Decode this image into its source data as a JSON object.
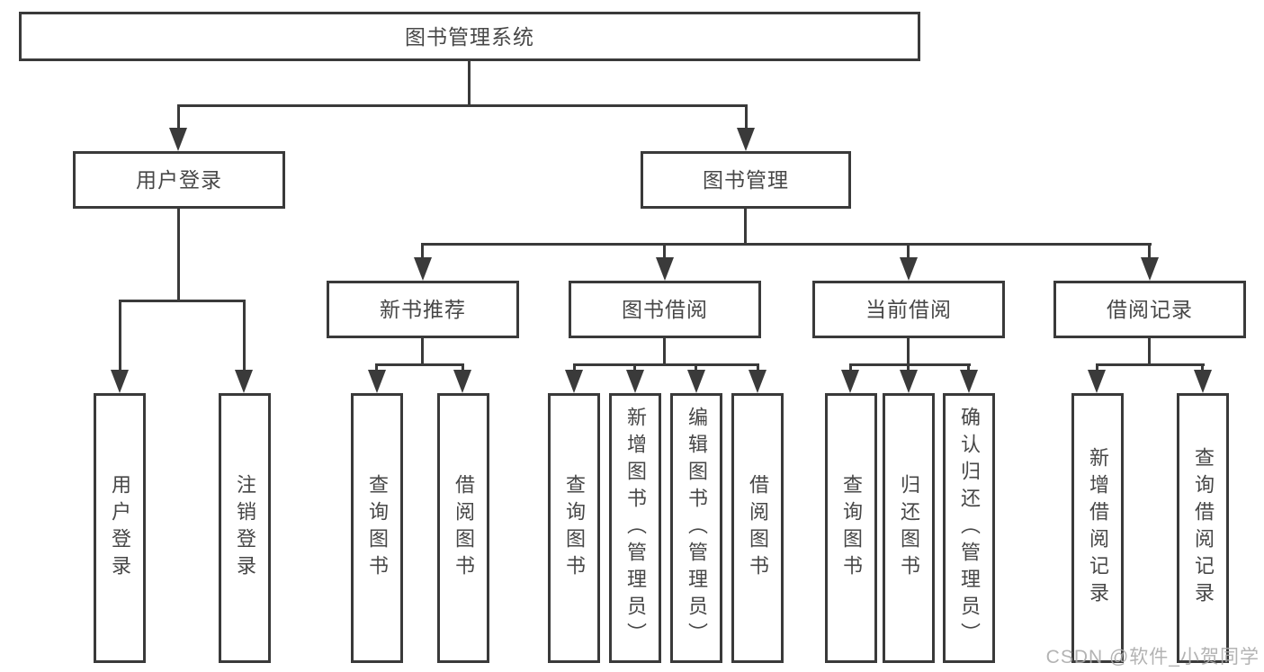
{
  "diagram": {
    "root": {
      "label": "图书管理系统"
    },
    "level2": [
      {
        "label": "用户登录"
      },
      {
        "label": "图书管理"
      }
    ],
    "level3": [
      {
        "label": "新书推荐"
      },
      {
        "label": "图书借阅"
      },
      {
        "label": "当前借阅"
      },
      {
        "label": "借阅记录"
      }
    ],
    "leaves": {
      "user_login": [
        "用户登录",
        "注销登录"
      ],
      "new_books": [
        "查询图书",
        "借阅图书"
      ],
      "book_borrow": [
        "查询图书",
        "新增图书（管理员）",
        "编辑图书（管理员）",
        "借阅图书"
      ],
      "current_borrow": [
        "查询图书",
        "归还图书",
        "确认归还（管理员）"
      ],
      "borrow_records": [
        "新增借阅记录",
        "查询借阅记录"
      ]
    }
  },
  "watermark": {
    "text": "CSDN @软件_小贺同学",
    "color": "#ababab"
  },
  "colors": {
    "line": "#3a3a3a",
    "text": "#474747",
    "background": "#ffffff"
  }
}
